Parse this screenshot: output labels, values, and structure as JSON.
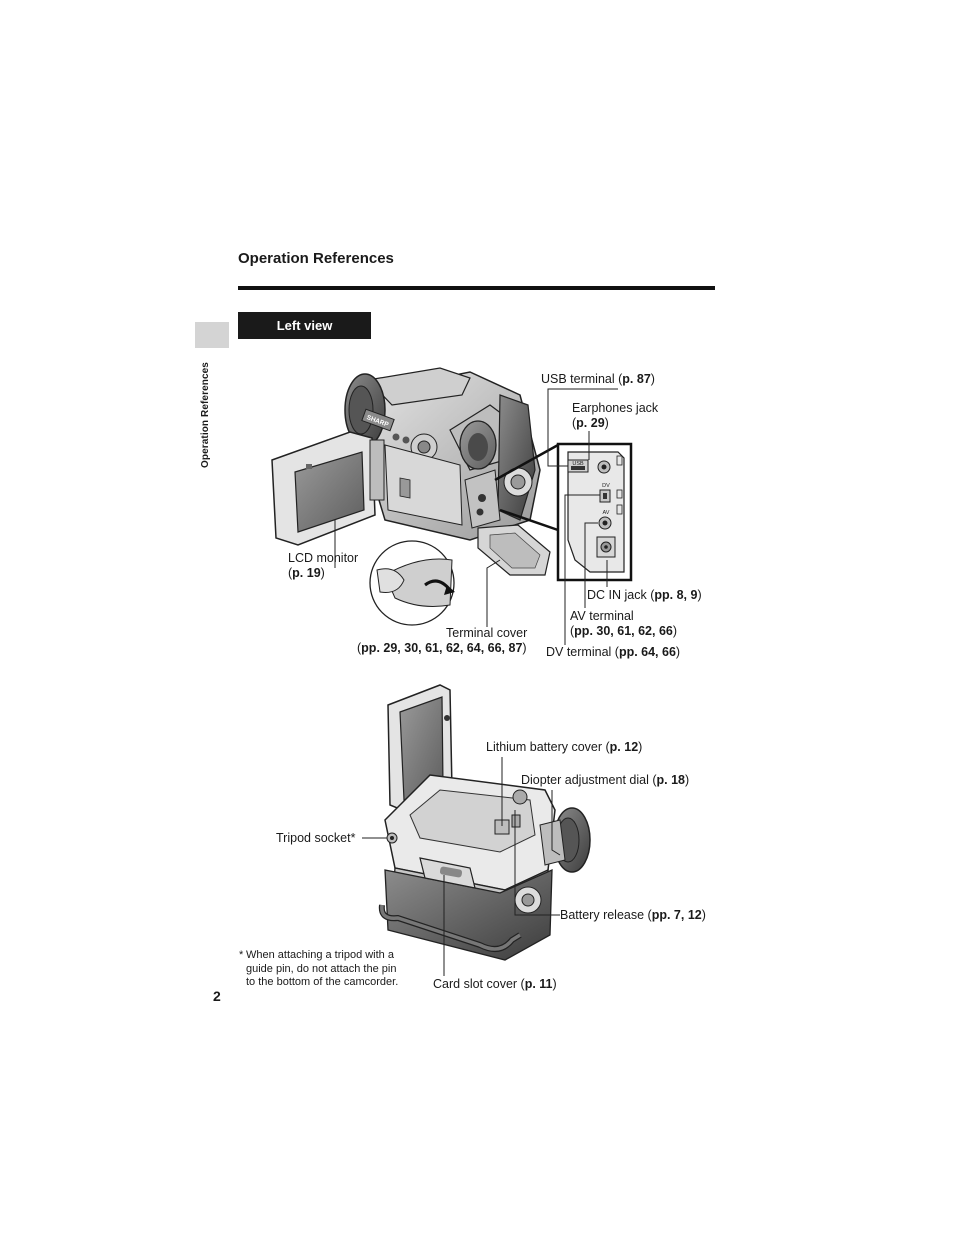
{
  "header": {
    "title": "Operation References"
  },
  "side_tab": {
    "label": "Operation References"
  },
  "section": {
    "title": "Left view"
  },
  "labels": {
    "usb": {
      "text": "USB terminal (",
      "ref": "p. 87",
      "close": ")"
    },
    "earphones_line1": "Earphones jack",
    "earphones": {
      "open": "(",
      "ref": "p. 29",
      "close": ")"
    },
    "lcd_line1": "LCD monitor",
    "lcd": {
      "open": "(",
      "ref": "p. 19",
      "close": ")"
    },
    "dcin": {
      "text": "DC IN jack  (",
      "ref": "pp. 8, 9",
      "close": ")"
    },
    "av_line1": "AV terminal",
    "av": {
      "open": "(",
      "ref": "pp. 30, 61, 62, 66",
      "close": ")"
    },
    "terminal_line1": "Terminal cover",
    "terminal": {
      "open": "(",
      "ref": "pp. 29, 30, 61, 62, 64, 66, 87",
      "close": ")"
    },
    "dv": {
      "text": "DV terminal (",
      "ref": "pp. 64, 66",
      "close": ")"
    },
    "lithium": {
      "text": "Lithium battery cover (",
      "ref": "p. 12",
      "close": ")"
    },
    "diopter": {
      "text": "Diopter adjustment dial (",
      "ref": "p. 18",
      "close": ")"
    },
    "tripod": "Tripod socket*",
    "battery": {
      "text": "Battery release (",
      "ref": "pp. 7, 12",
      "close": ")"
    },
    "card": {
      "text": "Card slot cover (",
      "ref": "p. 11",
      "close": ")"
    }
  },
  "panel_markings": {
    "usb": "USB",
    "dv": "DV",
    "av": "AV"
  },
  "brand_marking": "SHARP",
  "footnote": {
    "mark": "*",
    "text": "When attaching a tripod with a guide pin, do not attach the pin to the bottom of the camcorder."
  },
  "page_number": "2"
}
